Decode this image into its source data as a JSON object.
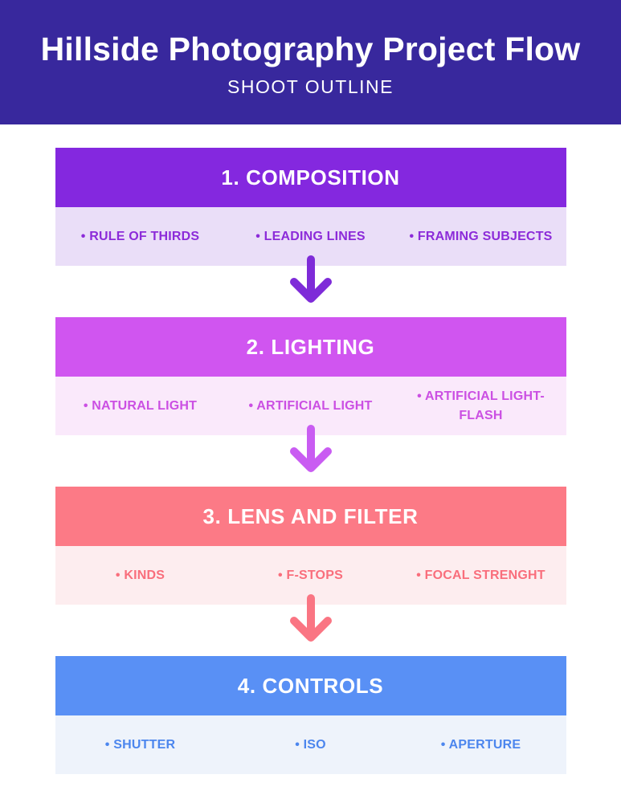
{
  "banner": {
    "title": "Hillside Photography Project Flow",
    "subtitle": "SHOOT OUTLINE",
    "background": "#38289D",
    "text_color": "#FFFFFF"
  },
  "sections": [
    {
      "title": "1. COMPOSITION",
      "items": [
        "• RULE OF THIRDS",
        "• LEADING LINES",
        "• FRAMING SUBJECTS"
      ],
      "header_bg": "#8428DF",
      "body_bg": "#EADEF8",
      "item_color": "#8C2BD9"
    },
    {
      "title": "2. LIGHTING",
      "items": [
        "• NATURAL LIGHT",
        "• ARTIFICIAL LIGHT",
        "• ARTIFICIAL LIGHT-FLASH"
      ],
      "header_bg": "#D055F0",
      "body_bg": "#FAE9FB",
      "item_color": "#CB4FE3"
    },
    {
      "title": "3. LENS AND FILTER",
      "items": [
        "• KINDS",
        "• F-STOPS",
        "• FOCAL STRENGHT"
      ],
      "header_bg": "#FC7A86",
      "body_bg": "#FDEDEF",
      "item_color": "#F96E7C"
    },
    {
      "title": "4. CONTROLS",
      "items": [
        "• SHUTTER",
        "• ISO",
        "• APERTURE"
      ],
      "header_bg": "#5990F5",
      "body_bg": "#EEF3FB",
      "item_color": "#4C86EE"
    }
  ],
  "arrows": [
    {
      "after_section": "1. COMPOSITION",
      "color": "#7E2BD8"
    },
    {
      "after_section": "2. LIGHTING",
      "color": "#C95CF2"
    },
    {
      "after_section": "3. LENS AND FILTER",
      "color": "#FA7583"
    }
  ]
}
